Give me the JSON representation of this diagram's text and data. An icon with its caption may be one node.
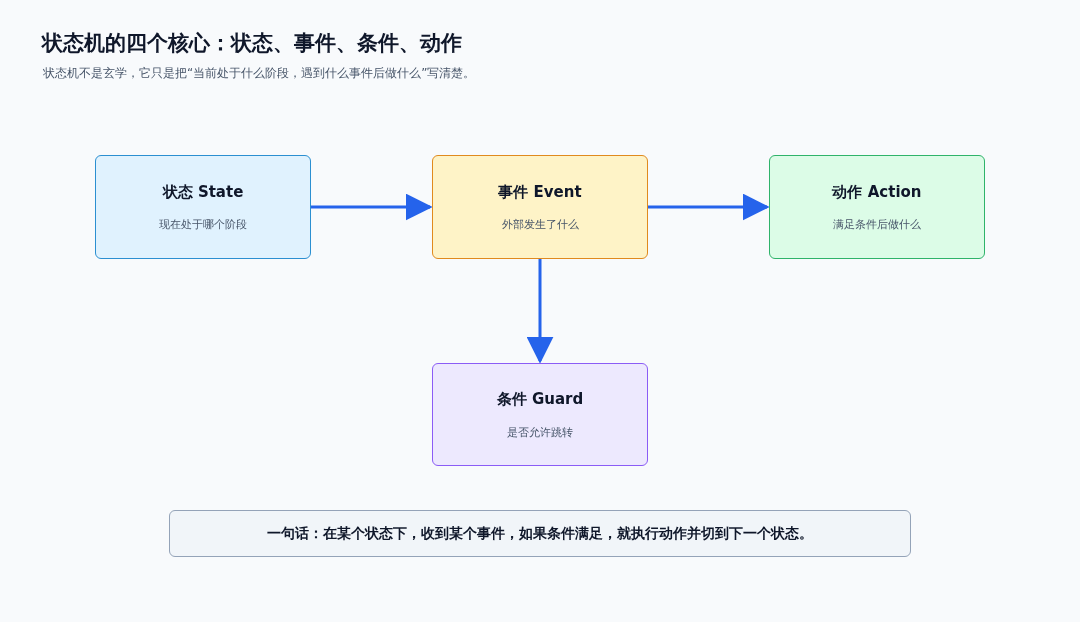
{
  "diagram": {
    "title": "状态机的四个核心：状态、事件、条件、动作",
    "caption": "状态机不是玄学，它只是把“当前处于什么阶段，遇到什么事件后做什么”写清楚。",
    "nodes": [
      {
        "text": [
          "状态 State",
          "现在处于哪个阶段"
        ]
      },
      {
        "text": [
          "事件 Event",
          "外部发生了什么"
        ]
      },
      {
        "text": [
          "动作 Action",
          "满足条件后做什么"
        ]
      },
      {
        "text": [
          "条件 Guard",
          "是否允许跳转"
        ]
      },
      {
        "text": [
          "一句话：在某个状态下，收到某个事件，如果条件满足，就执行动作并切到下一个状态。"
        ]
      }
    ],
    "edges": [
      {
        "from": 0,
        "to": 1,
        "arrow": "to"
      },
      {
        "from": 1,
        "to": 2,
        "arrow": "to"
      },
      {
        "from": 1,
        "to": 3,
        "arrow": "to"
      }
    ]
  }
}
